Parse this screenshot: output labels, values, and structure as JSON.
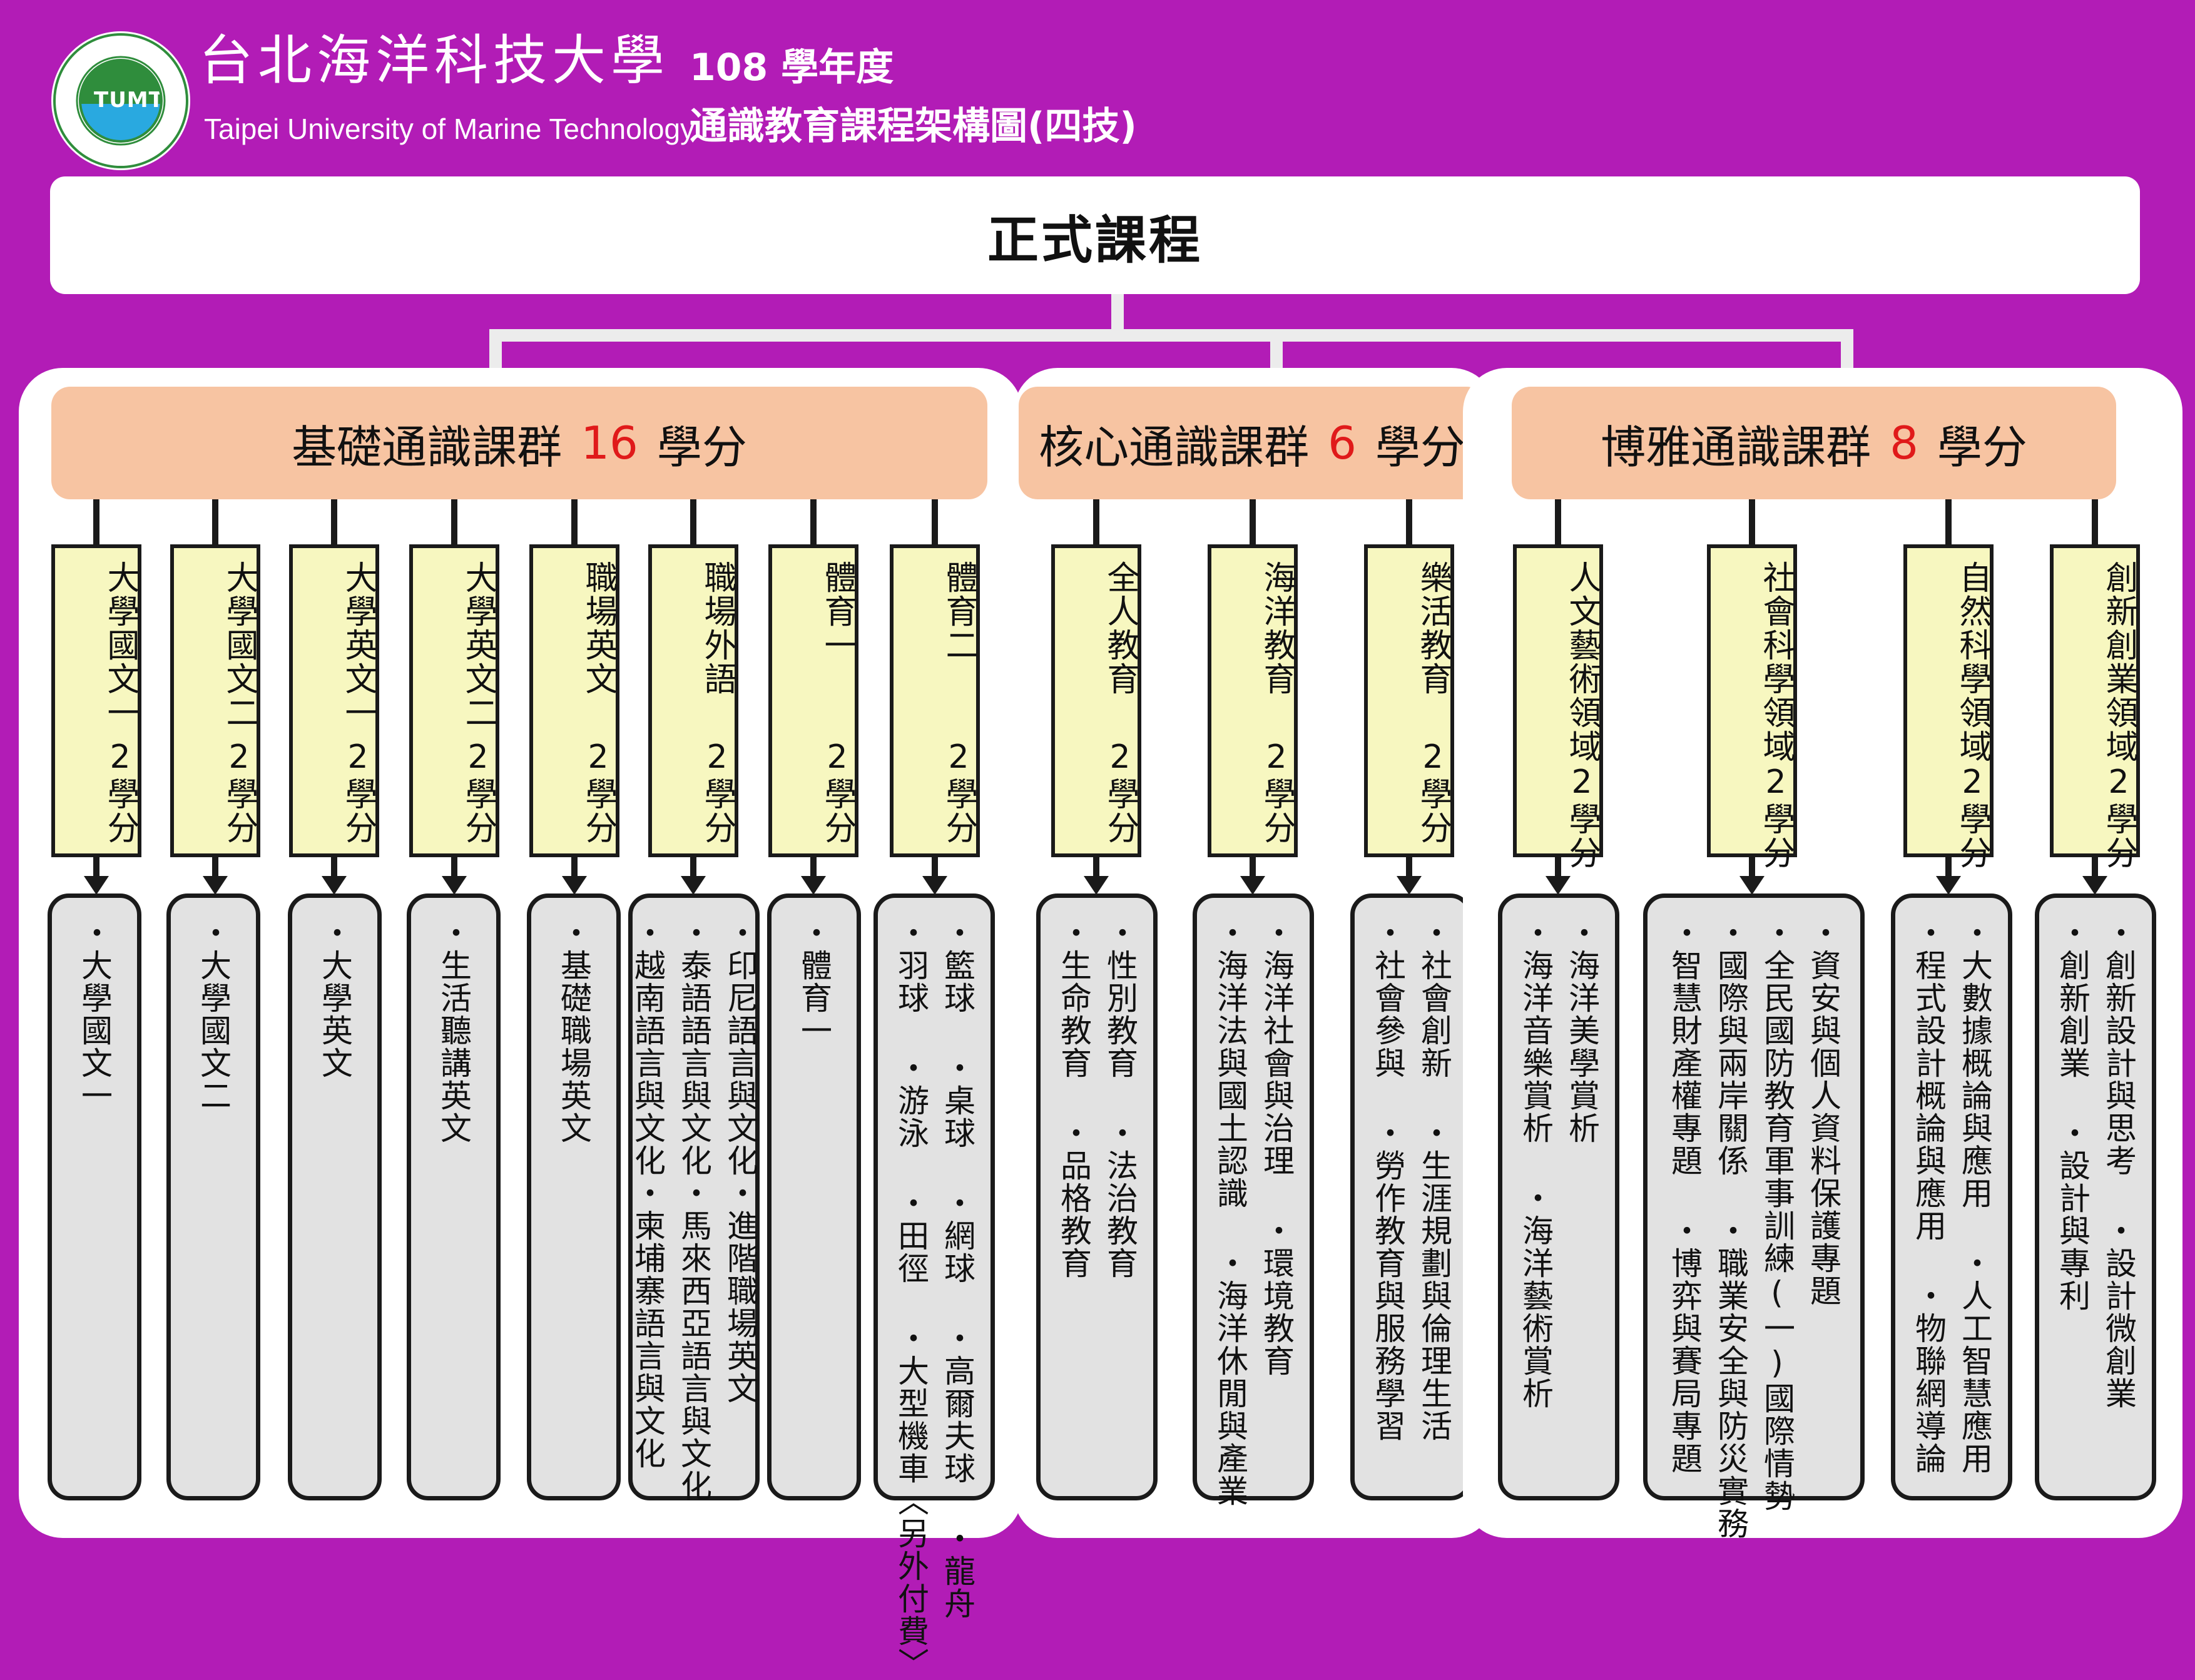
{
  "header": {
    "school_cn": "台北海洋科技大學",
    "school_en": "Taipei University of Marine Technology",
    "year": "108 學年度",
    "title": "通識教育課程架構圖(四技)",
    "logo_text": "TUMT"
  },
  "top_title": "正式課程",
  "groups": [
    {
      "name": "基礎通識課群",
      "credits": "16",
      "unit": "學分",
      "courses": [
        {
          "name": "大學國文一",
          "credit": "2學分",
          "items": [
            "・大學國文一"
          ]
        },
        {
          "name": "大學國文二",
          "credit": "2學分",
          "items": [
            "・大學國文二"
          ]
        },
        {
          "name": "大學英文一",
          "credit": "2學分",
          "items": [
            "・大學英文"
          ]
        },
        {
          "name": "大學英文二",
          "credit": "2學分",
          "items": [
            "・生活聽講英文"
          ]
        },
        {
          "name": "職場英文",
          "credit": "2學分",
          "items": [
            "・基礎職場英文"
          ]
        },
        {
          "name": "職場外語",
          "credit": "2學分",
          "items": [
            "・印尼語言與文化・進階職場英文",
            "・泰語語言與文化・馬來西亞語言與文化",
            "・越南語言與文化・柬埔寨語言與文化"
          ]
        },
        {
          "name": "體育一",
          "credit": "2學分",
          "items": [
            "・體育一"
          ]
        },
        {
          "name": "體育二",
          "credit": "2學分",
          "items": [
            "・籃球 ・桌球 ・網球 ・高爾夫球 ・龍舟",
            "・羽球 ・游泳 ・田徑 ・大型機車〈另外付費〉"
          ]
        }
      ]
    },
    {
      "name": "核心通識課群",
      "credits": "6",
      "unit": "學分",
      "courses": [
        {
          "name": "全人教育",
          "credit": "2學分",
          "items": [
            "・性別教育 ・法治教育",
            "・生命教育 ・品格教育"
          ]
        },
        {
          "name": "海洋教育",
          "credit": "2學分",
          "items": [
            "・海洋社會與治理 ・環境教育",
            "・海洋法與國土認識 ・海洋休閒與產業"
          ]
        },
        {
          "name": "樂活教育",
          "credit": "2學分",
          "items": [
            "・社會創新 ・生涯規劃與倫理生活",
            "・社會參與 ・勞作教育與服務學習"
          ]
        }
      ]
    },
    {
      "name": "博雅通識課群",
      "credits": "8",
      "unit": "學分",
      "courses": [
        {
          "name": "人文藝術領域2學分",
          "credit": "",
          "items": [
            "・海洋美學賞析",
            "・海洋音樂賞析 ・海洋藝術賞析"
          ]
        },
        {
          "name": "社會科學領域2學分",
          "credit": "",
          "items": [
            "・資安與個人資料保護專題",
            "・全民國防教育軍事訓練(一)國際情勢",
            "・國際與兩岸關係 ・職業安全與防災實務",
            "・智慧財產權專題 ・博弈與賽局專題"
          ]
        },
        {
          "name": "自然科學領域2學分",
          "credit": "",
          "items": [
            "・大數據概論與應用 ・人工智慧應用",
            "・程式設計概論與應用 ・物聯網導論"
          ]
        },
        {
          "name": "創新創業領域2學分",
          "credit": "",
          "items": [
            "・創新設計與思考 ・設計微創業",
            "・創新創業 ・設計與專利"
          ]
        }
      ]
    }
  ]
}
